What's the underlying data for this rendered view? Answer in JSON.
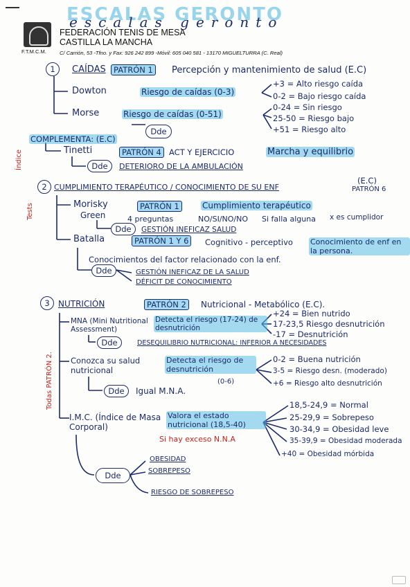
{
  "header": {
    "title_big": "ESCALAS GERONTO",
    "title_script": "escalas geronto",
    "logo_caption": "F.T.M.C.M.",
    "org_line1": "FEDERACIÓN TENIS DE MESA",
    "org_line2": "CASTILLA LA MANCHA",
    "address": "C/ Carrión, 53 -Tfno. y Fax: 926 242 899 -Móvil: 605 040 581 - 13170 MIGUELTURRA (C. Real)"
  },
  "s1": {
    "num": "1",
    "title": "CAÍDAS",
    "patron": "PATRÓN 1",
    "desc": "Percepción y mantenimiento de salud (E.C)",
    "downton": "Dowton",
    "downton_desc": "Riesgo de caídas (0-3)",
    "downton_r1": "+3 = Alto riesgo caída",
    "downton_r2": "0-2 = Bajo riesgo caída",
    "morse": "Morse",
    "morse_desc": "Riesgo de caídas (0-51)",
    "morse_r1": "0-24 = Sin riesgo",
    "morse_r2": "25-50 = Riesgo bajo",
    "morse_r3": "+51 = Riesgo alto",
    "dde": "Dde",
    "complementa": "COMPLEMENTA: (E.C)",
    "indice": "Índice",
    "tinetti": "Tinetti",
    "tinetti_patron": "PATRÓN 4",
    "tinetti_desc": "ACT Y EJERCICIO",
    "tinetti_res": "Marcha y equilibrio",
    "tinetti_dde": "Dde",
    "tinetti_dde_text": "DETERIORO DE LA AMBULACIÓN"
  },
  "s2": {
    "num": "2",
    "title": "CUMPLIMIENTO TERAPÉUTICO / CONOCIMIENTO DE SU ENF",
    "ec": "(E.C)",
    "patron_right": "PATRÓN 6",
    "tests": "Tests",
    "morisky": "Morisky",
    "green": "Green",
    "morisky_patron": "PATRÓN 1",
    "morisky_res": "Cumplimiento terapéutico",
    "preg": "4 preguntas",
    "preg_opts": "NO/SI/NO/NO",
    "si_falla": "Si falla alguna",
    "x_es": "x es cumplidor",
    "morisky_dde": "Dde",
    "morisky_dde_text": "GESTIÓN INEFICAZ SALUD",
    "batalla": "Batalla",
    "batalla_patron": "PATRÓN 1 Y 6",
    "batalla_desc": "Cognitivo - perceptivo",
    "batalla_res": "Conocimiento de enf en la persona.",
    "conoc": "Conocimientos del factor relacionado con la enf.",
    "batalla_dde": "Dde",
    "batalla_dde1": "GESTIÓN INEFICAZ DE LA SALUD",
    "batalla_dde2": "DÉFICIT DE CONOCIMIENTO"
  },
  "s3": {
    "num": "3",
    "title": "NUTRICIÓN",
    "patron": "PATRÓN 2",
    "desc": "Nutricional - Metabólico (E.C).",
    "todas": "Todas PATRÓN 2.",
    "mna": "MNA (Mini Nutritional Assessment)",
    "mna_desc": "Detecta el riesgo (17-24) de desnutrición",
    "mna_r1": "+24 = Bien nutrido",
    "mna_r2": "17-23,5 Riesgo desnutrición",
    "mna_r3": "-17 = Desnutrición",
    "mna_dde": "Dde",
    "mna_dde_text": "DESEQUILIBRIO NUTRICIONAL: INFERIOR A NECESIDADES",
    "conozca": "Conozca su salud nutricional",
    "conozca_desc": "Detecta el riesgo de desnutrición",
    "conozca_range": "(0-6)",
    "conozca_r1": "0-2 = Buena nutrición",
    "conozca_r2": "3-5 = Riesgo desn. (moderado)",
    "conozca_r3": "+6 = Riesgo alto desnutrición",
    "conozca_dde": "Dde",
    "conozca_dde_text": "Igual M.N.A.",
    "imc": "I.M.C. (Índice de Masa Corporal)",
    "imc_desc": "Valora el estado nutricional (18,5-40)",
    "imc_note": "Si hay exceso N.N.A",
    "imc_r1": "18,5-24,9 = Normal",
    "imc_r2": "25-29,9 = Sobrepeso",
    "imc_r3": "30-34,9 = Obesidad leve",
    "imc_r4": "35-39,9 = Obesidad moderada",
    "imc_r5": "+40 = Obesidad mórbida",
    "imc_dde": "Dde",
    "imc_dde1": "OBESIDAD",
    "imc_dde2": "SOBREPESO",
    "imc_dde3": "RIESGO DE SOBREPESO"
  }
}
